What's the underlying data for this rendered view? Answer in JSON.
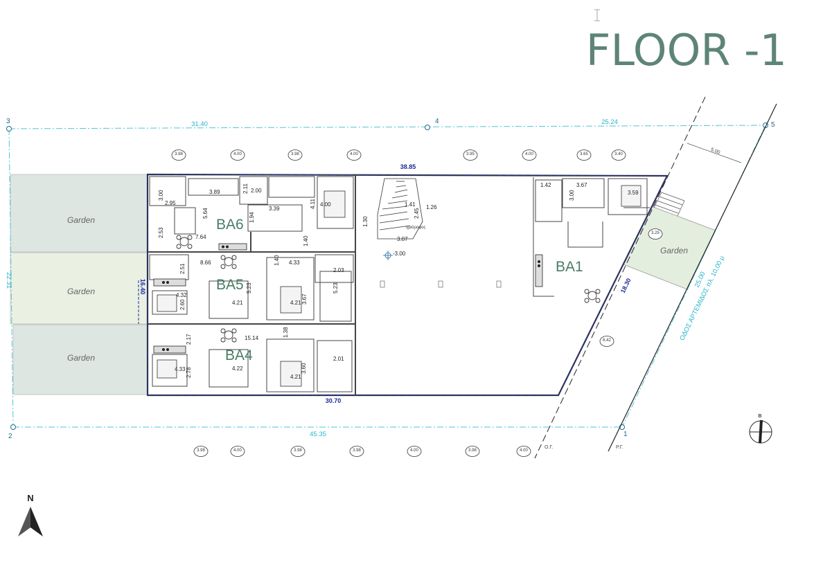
{
  "title": "FLOOR -1",
  "gardens": [
    "Garden",
    "Garden",
    "Garden",
    "Garden"
  ],
  "units": [
    "BA6",
    "BA5",
    "BA4",
    "BA1"
  ],
  "grid_axes": {
    "a3": "3",
    "a4": "4",
    "a5": "5",
    "a2": "2",
    "a1": "1"
  },
  "overall_dimensions": {
    "top_left": "31.40",
    "top_right": "25.24",
    "left_side": "22.31",
    "bottom": "45.35",
    "right_plot": "25.00",
    "street_width": "5.00"
  },
  "building_dimensions": {
    "top": "38.85",
    "bottom": "30.70",
    "left": "16.40",
    "right": "18.30"
  },
  "street": {
    "name": "ΟΔΟΣ ΑΡΤΕΜΙΔΟΣ πλ. 10,00 μ",
    "og": "Ο.Γ.",
    "rg": "Ρ.Γ."
  },
  "level_label": "-3.00",
  "stair_label": "ημιόροφος",
  "north_label": "N",
  "compass_label": "B",
  "column_values_top": [
    "3.98",
    "4.00",
    "3.98",
    "4.00",
    "3.95",
    "4.00",
    "3.65",
    "3.40"
  ],
  "column_values_bottom": [
    "3.98",
    "4.00",
    "3.98",
    "3.98",
    "4.00",
    "3.98",
    "4.00"
  ],
  "column_values_right": [
    "3.25",
    "6.42"
  ],
  "room_dimensions": {
    "ba6": [
      "3.00",
      "2.95",
      "3.89",
      "2.11",
      "2.00",
      "3.39",
      "5.64",
      "4.11",
      "4.00",
      "1.94",
      "2.53",
      "7.64"
    ],
    "ba5": [
      "8.66",
      "1.40",
      "4.33",
      "2.03",
      "2.51",
      "4.32",
      "2.60",
      "4.21",
      "5.23",
      "4.21",
      "3.67",
      "5.23"
    ],
    "ba4": [
      "2.17",
      "15.14",
      "1.38",
      "4.33",
      "2.78",
      "4.22",
      "3.60",
      "4.21",
      "2.01"
    ],
    "stairs": [
      "1.41",
      "1.26",
      "2.45",
      "1.30",
      "3.07"
    ],
    "corridor": [
      "1.40"
    ],
    "ba1": [
      "1.42",
      "3.67",
      "3.00",
      "3.59"
    ]
  }
}
